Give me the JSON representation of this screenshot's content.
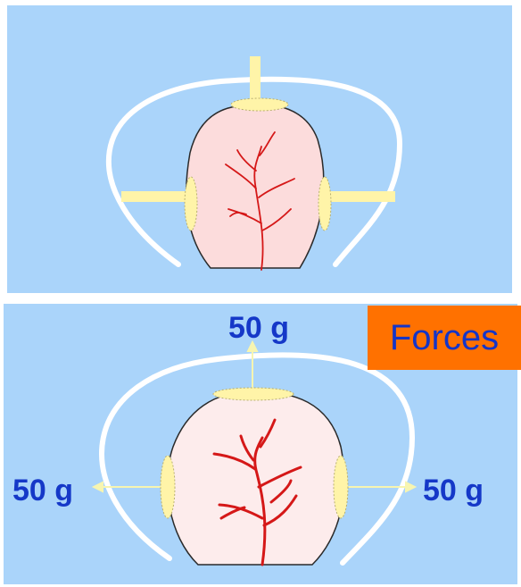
{
  "colors": {
    "background": "#aad4fa",
    "frame": "#ffffff",
    "tissue_top": "#fcdcdc",
    "tissue_bottom": "#fdecec",
    "vessels": "#d51818",
    "bar": "#fff4a8",
    "arrow": "#f7f5b0",
    "label_text": "#1538c8",
    "badge": "#ff7100"
  },
  "badge": {
    "label": "Forces"
  },
  "forces": {
    "top": "50 g",
    "left": "50 g",
    "right": "50 g"
  }
}
